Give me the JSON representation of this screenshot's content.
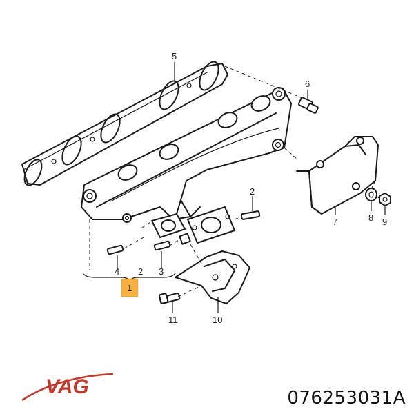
{
  "callouts": {
    "c1": "1",
    "c2a": "2",
    "c2b": "2",
    "c3": "3",
    "c4": "4",
    "c5": "5",
    "c6": "6",
    "c7": "7",
    "c8": "8",
    "c9": "9",
    "c10": "10",
    "c11": "11"
  },
  "highlight_color": "#f5b041",
  "brand": {
    "name": "VAG",
    "color": "#c0392b"
  },
  "part_number": "076253031A"
}
